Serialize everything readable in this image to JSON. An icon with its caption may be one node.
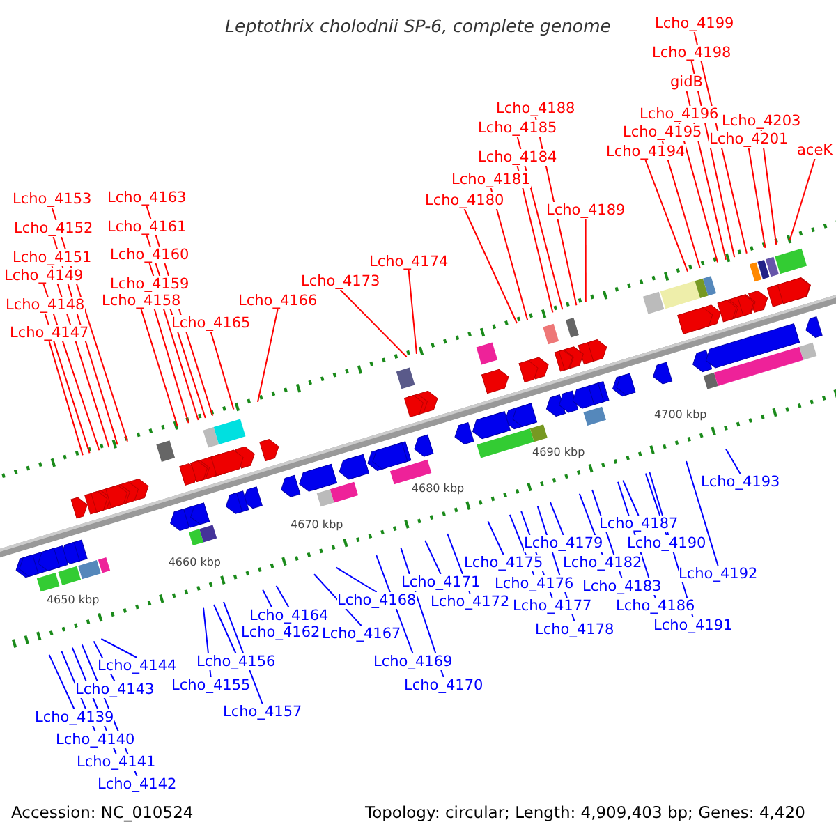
{
  "diagram": {
    "title": "Leptothrix cholodnii SP-6, complete genome",
    "nodes": [
      {
        "text": [
          "Lcho_4199"
        ]
      },
      {
        "text": [
          "Lcho_4198"
        ]
      },
      {
        "text": [
          "gidB"
        ]
      },
      {
        "text": [
          "Lcho_4188"
        ]
      },
      {
        "text": [
          "Lcho_4196"
        ]
      },
      {
        "text": [
          "Lcho_4203"
        ]
      },
      {
        "text": [
          "Lcho_4185"
        ]
      },
      {
        "text": [
          "Lcho_4195"
        ]
      },
      {
        "text": [
          "Lcho_4201"
        ]
      },
      {
        "text": [
          "Lcho_4194"
        ]
      },
      {
        "text": [
          "aceK"
        ]
      },
      {
        "text": [
          "Lcho_4184"
        ]
      },
      {
        "text": [
          "Lcho_4181"
        ]
      },
      {
        "text": [
          "Lcho_4153"
        ]
      },
      {
        "text": [
          "Lcho_4163"
        ]
      },
      {
        "text": [
          "Lcho_4180"
        ]
      },
      {
        "text": [
          "Lcho_4189"
        ]
      },
      {
        "text": [
          "Lcho_4152"
        ]
      },
      {
        "text": [
          "Lcho_4161"
        ]
      },
      {
        "text": [
          "Lcho_4151"
        ]
      },
      {
        "text": [
          "Lcho_4160"
        ]
      },
      {
        "text": [
          "Lcho_4174"
        ]
      },
      {
        "text": [
          "Lcho_4149"
        ]
      },
      {
        "text": [
          "Lcho_4173"
        ]
      },
      {
        "text": [
          "Lcho_4159"
        ]
      },
      {
        "text": [
          "Lcho_4158"
        ]
      },
      {
        "text": [
          "Lcho_4166"
        ]
      },
      {
        "text": [
          "Lcho_4148"
        ]
      },
      {
        "text": [
          "Lcho_4165"
        ]
      },
      {
        "text": [
          "Lcho_4147"
        ]
      },
      {
        "text": [
          "Lcho_4193"
        ]
      },
      {
        "text": [
          "Lcho_4187"
        ]
      },
      {
        "text": [
          "Lcho_4190"
        ]
      },
      {
        "text": [
          "Lcho_4179"
        ]
      },
      {
        "text": [
          "Lcho_4175"
        ]
      },
      {
        "text": [
          "Lcho_4182"
        ]
      },
      {
        "text": [
          "Lcho_4192"
        ]
      },
      {
        "text": [
          "Lcho_4171"
        ]
      },
      {
        "text": [
          "Lcho_4176"
        ]
      },
      {
        "text": [
          "Lcho_4183"
        ]
      },
      {
        "text": [
          "Lcho_4168"
        ]
      },
      {
        "text": [
          "Lcho_4172"
        ]
      },
      {
        "text": [
          "Lcho_4186"
        ]
      },
      {
        "text": [
          "Lcho_4177"
        ]
      },
      {
        "text": [
          "Lcho_4164"
        ]
      },
      {
        "text": [
          "Lcho_4191"
        ]
      },
      {
        "text": [
          "Lcho_4178"
        ]
      },
      {
        "text": [
          "Lcho_4162"
        ]
      },
      {
        "text": [
          "Lcho_4167"
        ]
      },
      {
        "text": [
          "Lcho_4156"
        ]
      },
      {
        "text": [
          "Lcho_4169"
        ]
      },
      {
        "text": [
          "Lcho_4144"
        ]
      },
      {
        "text": [
          "Lcho_4170"
        ]
      },
      {
        "text": [
          "Lcho_4155"
        ]
      },
      {
        "text": [
          "Lcho_4143"
        ]
      },
      {
        "text": [
          "Lcho_4157"
        ]
      },
      {
        "text": [
          "Lcho_4139"
        ]
      },
      {
        "text": [
          "Lcho_4140"
        ]
      },
      {
        "text": [
          "Lcho_4141"
        ]
      },
      {
        "text": [
          "Lcho_4142"
        ]
      }
    ],
    "edges": [
      {
        "from": 0,
        "to": null,
        "arrow": "none",
        "color": "#ff0000"
      },
      {
        "from": 1,
        "to": null,
        "arrow": "none",
        "color": "#ff0000"
      },
      {
        "from": 2,
        "to": null,
        "arrow": "none",
        "color": "#ff0000"
      },
      {
        "from": 3,
        "to": null,
        "arrow": "none",
        "color": "#ff0000"
      },
      {
        "from": 4,
        "to": null,
        "arrow": "none",
        "color": "#ff0000"
      },
      {
        "from": 5,
        "to": null,
        "arrow": "none",
        "color": "#ff0000"
      },
      {
        "from": 6,
        "to": null,
        "arrow": "none",
        "color": "#ff0000"
      },
      {
        "from": 7,
        "to": null,
        "arrow": "none",
        "color": "#ff0000"
      },
      {
        "from": 8,
        "to": null,
        "arrow": "none",
        "color": "#ff0000"
      },
      {
        "from": 9,
        "to": null,
        "arrow": "none",
        "color": "#ff0000"
      },
      {
        "from": 10,
        "to": null,
        "arrow": "none",
        "color": "#ff0000"
      },
      {
        "from": 11,
        "to": null,
        "arrow": "none",
        "color": "#ff0000"
      },
      {
        "from": 12,
        "to": null,
        "arrow": "none",
        "color": "#ff0000"
      },
      {
        "from": 13,
        "to": null,
        "arrow": "none",
        "color": "#ff0000"
      },
      {
        "from": 14,
        "to": null,
        "arrow": "none",
        "color": "#ff0000"
      },
      {
        "from": 15,
        "to": null,
        "arrow": "none",
        "color": "#ff0000"
      },
      {
        "from": 16,
        "to": null,
        "arrow": "none",
        "color": "#ff0000"
      },
      {
        "from": 17,
        "to": null,
        "arrow": "none",
        "color": "#ff0000"
      },
      {
        "from": 18,
        "to": null,
        "arrow": "none",
        "color": "#ff0000"
      },
      {
        "from": 19,
        "to": null,
        "arrow": "none",
        "color": "#ff0000"
      },
      {
        "from": 20,
        "to": null,
        "arrow": "none",
        "color": "#ff0000"
      },
      {
        "from": 21,
        "to": null,
        "arrow": "none",
        "color": "#ff0000"
      },
      {
        "from": 22,
        "to": null,
        "arrow": "none",
        "color": "#ff0000"
      },
      {
        "from": 23,
        "to": null,
        "arrow": "none",
        "color": "#ff0000"
      },
      {
        "from": 24,
        "to": null,
        "arrow": "none",
        "color": "#ff0000"
      },
      {
        "from": 25,
        "to": null,
        "arrow": "none",
        "color": "#ff0000"
      },
      {
        "from": 26,
        "to": null,
        "arrow": "none",
        "color": "#ff0000"
      },
      {
        "from": 27,
        "to": null,
        "arrow": "none",
        "color": "#ff0000"
      },
      {
        "from": 28,
        "to": null,
        "arrow": "none",
        "color": "#ff0000"
      },
      {
        "from": 29,
        "to": null,
        "arrow": "none",
        "color": "#ff0000"
      },
      {
        "from": 30,
        "to": null,
        "arrow": "none",
        "color": "#0000ff"
      },
      {
        "from": 31,
        "to": null,
        "arrow": "none",
        "color": "#0000ff"
      },
      {
        "from": 32,
        "to": null,
        "arrow": "none",
        "color": "#0000ff"
      },
      {
        "from": 33,
        "to": null,
        "arrow": "none",
        "color": "#0000ff"
      },
      {
        "from": 34,
        "to": null,
        "arrow": "none",
        "color": "#0000ff"
      },
      {
        "from": 35,
        "to": null,
        "arrow": "none",
        "color": "#0000ff"
      },
      {
        "from": 36,
        "to": null,
        "arrow": "none",
        "color": "#0000ff"
      },
      {
        "from": 37,
        "to": null,
        "arrow": "none",
        "color": "#0000ff"
      },
      {
        "from": 38,
        "to": null,
        "arrow": "none",
        "color": "#0000ff"
      },
      {
        "from": 39,
        "to": null,
        "arrow": "none",
        "color": "#0000ff"
      },
      {
        "from": 40,
        "to": null,
        "arrow": "none",
        "color": "#0000ff"
      },
      {
        "from": 41,
        "to": null,
        "arrow": "none",
        "color": "#0000ff"
      },
      {
        "from": 42,
        "to": null,
        "arrow": "none",
        "color": "#0000ff"
      },
      {
        "from": 43,
        "to": null,
        "arrow": "none",
        "color": "#0000ff"
      },
      {
        "from": 44,
        "to": null,
        "arrow": "none",
        "color": "#0000ff"
      },
      {
        "from": 45,
        "to": null,
        "arrow": "none",
        "color": "#0000ff"
      },
      {
        "from": 46,
        "to": null,
        "arrow": "none",
        "color": "#0000ff"
      },
      {
        "from": 47,
        "to": null,
        "arrow": "none",
        "color": "#0000ff"
      },
      {
        "from": 48,
        "to": null,
        "arrow": "none",
        "color": "#0000ff"
      },
      {
        "from": 49,
        "to": null,
        "arrow": "none",
        "color": "#0000ff"
      },
      {
        "from": 50,
        "to": null,
        "arrow": "none",
        "color": "#0000ff"
      },
      {
        "from": 51,
        "to": null,
        "arrow": "none",
        "color": "#0000ff"
      },
      {
        "from": 52,
        "to": null,
        "arrow": "none",
        "color": "#0000ff"
      },
      {
        "from": 53,
        "to": null,
        "arrow": "none",
        "color": "#0000ff"
      },
      {
        "from": 54,
        "to": null,
        "arrow": "none",
        "color": "#0000ff"
      },
      {
        "from": 55,
        "to": null,
        "arrow": "none",
        "color": "#0000ff"
      },
      {
        "from": 56,
        "to": null,
        "arrow": "none",
        "color": "#0000ff"
      },
      {
        "from": 57,
        "to": null,
        "arrow": "none",
        "color": "#0000ff"
      },
      {
        "from": 58,
        "to": null,
        "arrow": "none",
        "color": "#0000ff"
      },
      {
        "from": 59,
        "to": null,
        "arrow": "none",
        "color": "#0000ff"
      }
    ],
    "labels": [
      "4700 kbp",
      "4690 kbp",
      "4680 kbp",
      "4670 kbp",
      "4660 kbp",
      "4650 kbp",
      "Accession: NC_010524",
      "Topology: circular; Length: 4,909,403 bp; Genes: 4,420"
    ]
  }
}
